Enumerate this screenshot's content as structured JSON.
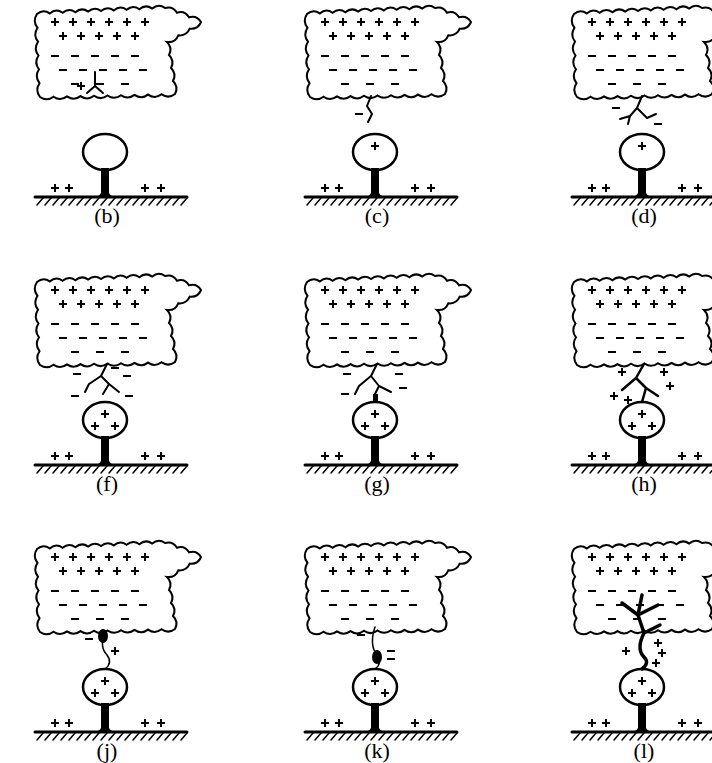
{
  "diagram": {
    "labels": [
      "(b)",
      "(c)",
      "(d)",
      "(f)",
      "(g)",
      "(h)",
      "(j)",
      "(k)",
      "(l)"
    ]
  }
}
